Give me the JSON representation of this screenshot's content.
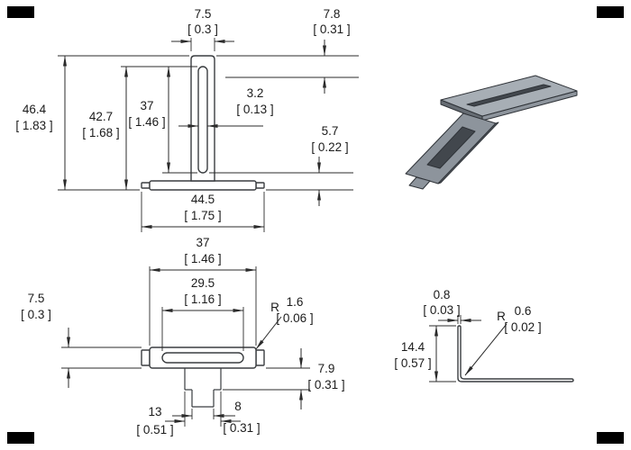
{
  "drawing": {
    "front_view": {
      "dim_tip_width": {
        "mm": "7.5",
        "in": "[ 0.3 ]"
      },
      "dim_tip_offset": {
        "mm": "7.8",
        "in": "[ 0.31 ]"
      },
      "dim_overall_height": {
        "mm": "46.4",
        "in": "[ 1.83 ]"
      },
      "dim_slot_top_to_base": {
        "mm": "42.7",
        "in": "[ 1.68 ]"
      },
      "dim_slot_length": {
        "mm": "37",
        "in": "[ 1.46 ]"
      },
      "dim_slot_width": {
        "mm": "3.2",
        "in": "[ 0.13 ]"
      },
      "dim_slot_end_to_base": {
        "mm": "5.7",
        "in": "[ 0.22 ]"
      },
      "dim_base_width": {
        "mm": "44.5",
        "in": "[ 1.75 ]"
      }
    },
    "top_view": {
      "dim_body_width": {
        "mm": "37",
        "in": "[ 1.46 ]"
      },
      "dim_slot_length": {
        "mm": "29.5",
        "in": "[ 1.16 ]"
      },
      "dim_plate_depth": {
        "mm": "7.5",
        "in": "[ 0.3 ]"
      },
      "dim_corner_radius": {
        "prefix": "R",
        "mm": "1.6",
        "in": "[ 0.06 ]"
      },
      "dim_tab_depth": {
        "mm": "7.9",
        "in": "[ 0.31 ]"
      },
      "dim_tab_outer_width": {
        "mm": "13",
        "in": "[ 0.51 ]"
      },
      "dim_tab_inner_width": {
        "mm": "8",
        "in": "[ 0.31 ]"
      }
    },
    "side_view": {
      "dim_thickness": {
        "mm": "0.8",
        "in": "[ 0.03 ]"
      },
      "dim_bend_radius": {
        "prefix": "R",
        "mm": "0.6",
        "in": "[ 0.02 ]"
      },
      "dim_leg_height": {
        "mm": "14.4",
        "in": "[ 0.57 ]"
      }
    },
    "colors": {
      "line": "#2b2b2b",
      "part-outline": "#3a3d40",
      "iso-top": "#a7aeb5",
      "iso-face": "#8d949c",
      "iso-dark": "#666c73",
      "iso-slot": "#42474d",
      "frame": "#000000",
      "background": "#ffffff"
    }
  }
}
